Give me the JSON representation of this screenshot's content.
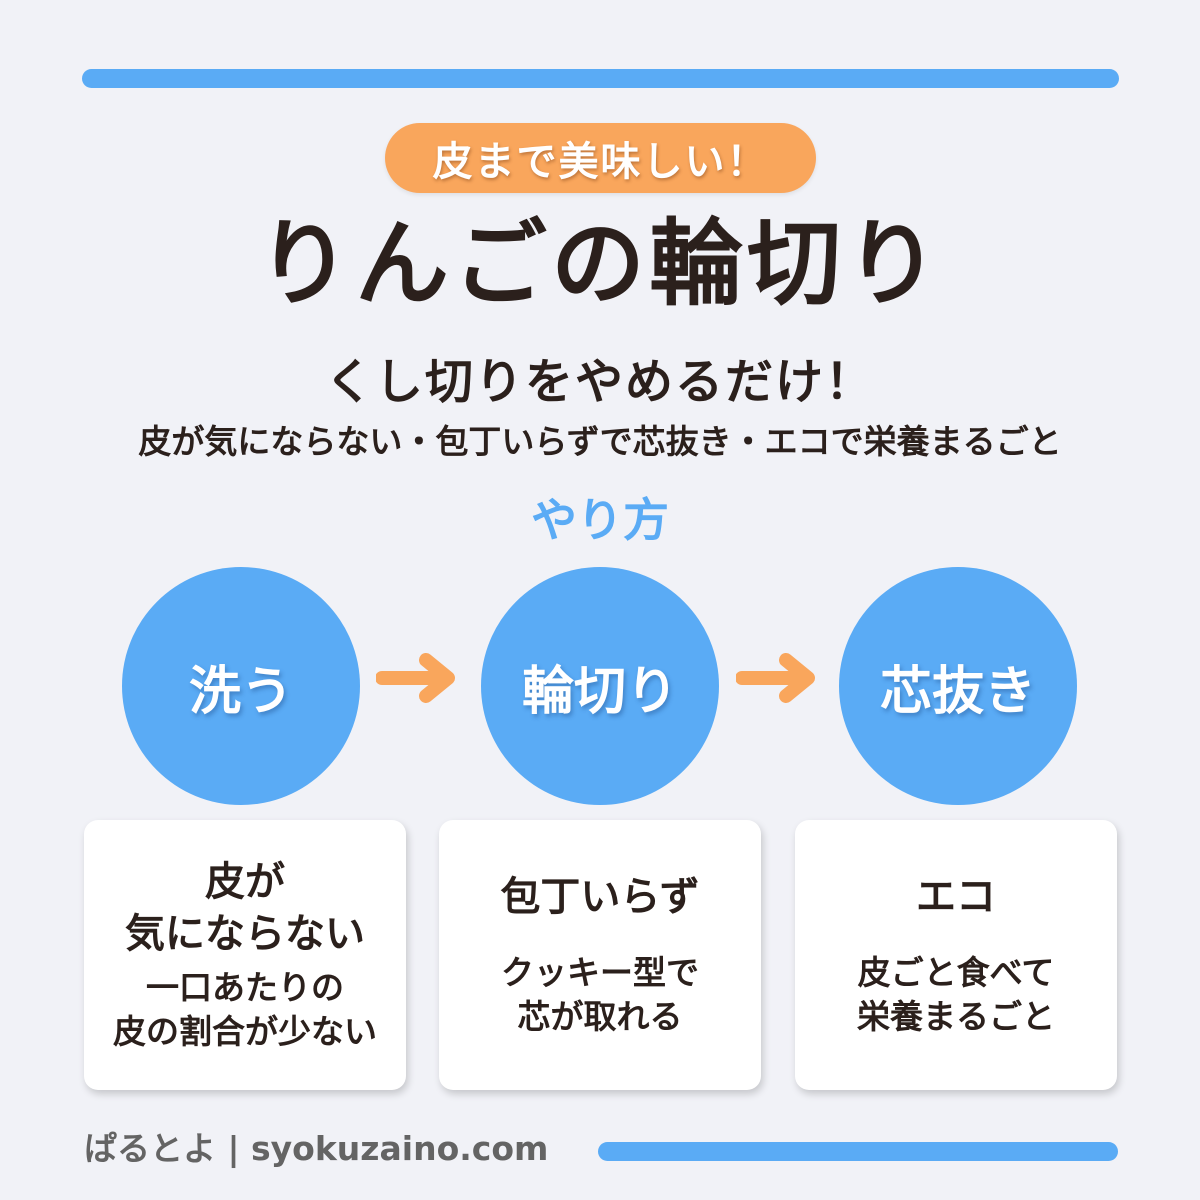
{
  "header": {
    "badge": "皮まで美味しい！",
    "title": "りんごの輪切り",
    "subtitle": "くし切りをやめるだけ！",
    "tagline": "皮が気にならない・包丁いらずで芯抜き・エコで栄養まるごと"
  },
  "method": {
    "heading": "やり方",
    "steps": [
      {
        "label": "洗う"
      },
      {
        "label": "輪切り"
      },
      {
        "label": "芯抜き"
      }
    ],
    "arrow_icon": "arrow-right-icon"
  },
  "cards": [
    {
      "heading_line1": "皮が",
      "heading_line2": "気にならない",
      "body_line1": "一口あたりの",
      "body_line2": "皮の割合が少ない"
    },
    {
      "heading_line1": "包丁いらず",
      "body_line1": "クッキー型で",
      "body_line2": "芯が取れる"
    },
    {
      "heading_line1": "エコ",
      "body_line1": "皮ごと食べて",
      "body_line2": "栄養まるごと"
    }
  ],
  "footer": {
    "credit": "ぱるとよ | syokuzaino.com"
  },
  "colors": {
    "background": "#f1f2f7",
    "accent_blue": "#5aabf5",
    "accent_orange": "#f9a65c",
    "text_dark": "#2b201c",
    "footer_gray": "#646464"
  }
}
